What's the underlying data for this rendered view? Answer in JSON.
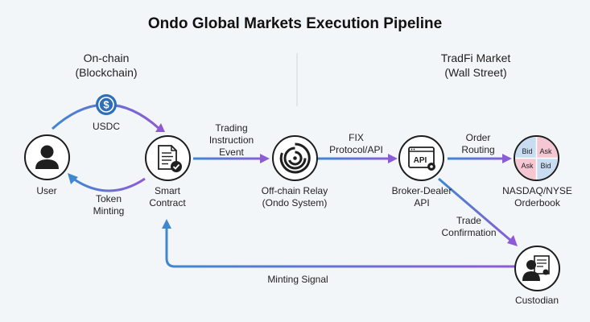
{
  "title": "Ondo Global Markets Execution Pipeline",
  "sections": {
    "onchain": [
      "On-chain",
      "(Blockchain)"
    ],
    "tradfi": [
      "TradFi Market",
      "(Wall Street)"
    ]
  },
  "nodes": {
    "user": {
      "label": "User",
      "icon": "user-icon"
    },
    "smart_contract": {
      "label": [
        "Smart",
        "Contract"
      ],
      "icon": "document-check-icon"
    },
    "relay": {
      "label": [
        "Off-chain Relay",
        "(Ondo System)"
      ],
      "icon": "swirl-logo-icon"
    },
    "broker": {
      "label": [
        "Broker-Dealer",
        "API"
      ],
      "icon": "api-window-icon",
      "icon_text": "API"
    },
    "orderbook": {
      "label": [
        "NASDAQ/NYSE",
        "Orderbook"
      ],
      "icon": "orderbook-grid-icon",
      "cells": [
        "Bid",
        "Ask",
        "Ask",
        "Bid"
      ]
    },
    "custodian": {
      "label": "Custodian",
      "icon": "custodian-certificate-icon"
    }
  },
  "edges": {
    "usdc": "USDC",
    "token_minting": [
      "Token",
      "Minting"
    ],
    "trading_event": [
      "Trading",
      "Instruction",
      "Event"
    ],
    "fix": [
      "FIX",
      "Protocol/API"
    ],
    "order_routing": [
      "Order",
      "Routing"
    ],
    "trade_confirmation": [
      "Trade",
      "Confirmation"
    ],
    "minting_signal": "Minting Signal"
  },
  "icons": {
    "usdc_coin": "dollar-coin-icon"
  },
  "colors": {
    "arrow_blue": "#3f88cf",
    "arrow_purple": "#8e5bd6",
    "coin_blue": "#2f6fb7",
    "node_border": "#1d1d1d",
    "bid_blue": "#c9ddf2",
    "ask_pink": "#f4c7d2"
  }
}
